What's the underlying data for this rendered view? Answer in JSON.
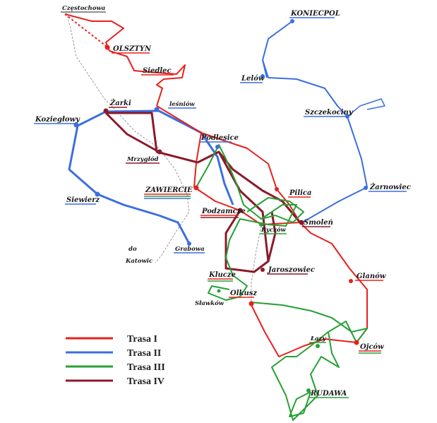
{
  "colors": {
    "trasa_1": "#e8201c",
    "trasa_2": "#3b6fe0",
    "trasa_3": "#27a035",
    "trasa_4": "#8b1a2a",
    "road_gray": "#9a9a9a"
  },
  "places": {
    "czestochowa": "Częstochowa",
    "olsztyn": "OLSZTYN",
    "siedlec": "Siedlec",
    "zarki": "Żarki",
    "lesniow": "leśniów",
    "koziegłowy": "Koziegłowy",
    "podlesice": "Podlesice",
    "mrzyglod": "Mrzygłód",
    "zawiercie": "ZAWIERCIE",
    "siewierz": "Siewierz",
    "podzamcze": "Podzamcze",
    "pilica": "Pilica",
    "smolen": "Smoleń",
    "ryczow": "Ryczów",
    "grabowa": "Grabowa",
    "do_katowic_1": "do",
    "do_katowic_2": "Katowic",
    "klucze": "Klucze",
    "jaroszowiec": "Jaroszowiec",
    "olkusz": "Olkusz",
    "slawkow": "Sławków",
    "glanow": "Glanów",
    "lazy": "Łazy",
    "ojcow": "Ojców",
    "rudawa": "RUDAWA",
    "koniecpol": "KONIECPOL",
    "lelow": "Lelów",
    "szczekociny": "Szczekociny",
    "zarnowiec": "Żarnowiec"
  },
  "legend": [
    {
      "label": "Trasa  I",
      "color_key": "trasa_1"
    },
    {
      "label": "Trasa  II",
      "color_key": "trasa_2"
    },
    {
      "label": "Trasa  III",
      "color_key": "trasa_3"
    },
    {
      "label": "Trasa  IV",
      "color_key": "trasa_4"
    }
  ]
}
